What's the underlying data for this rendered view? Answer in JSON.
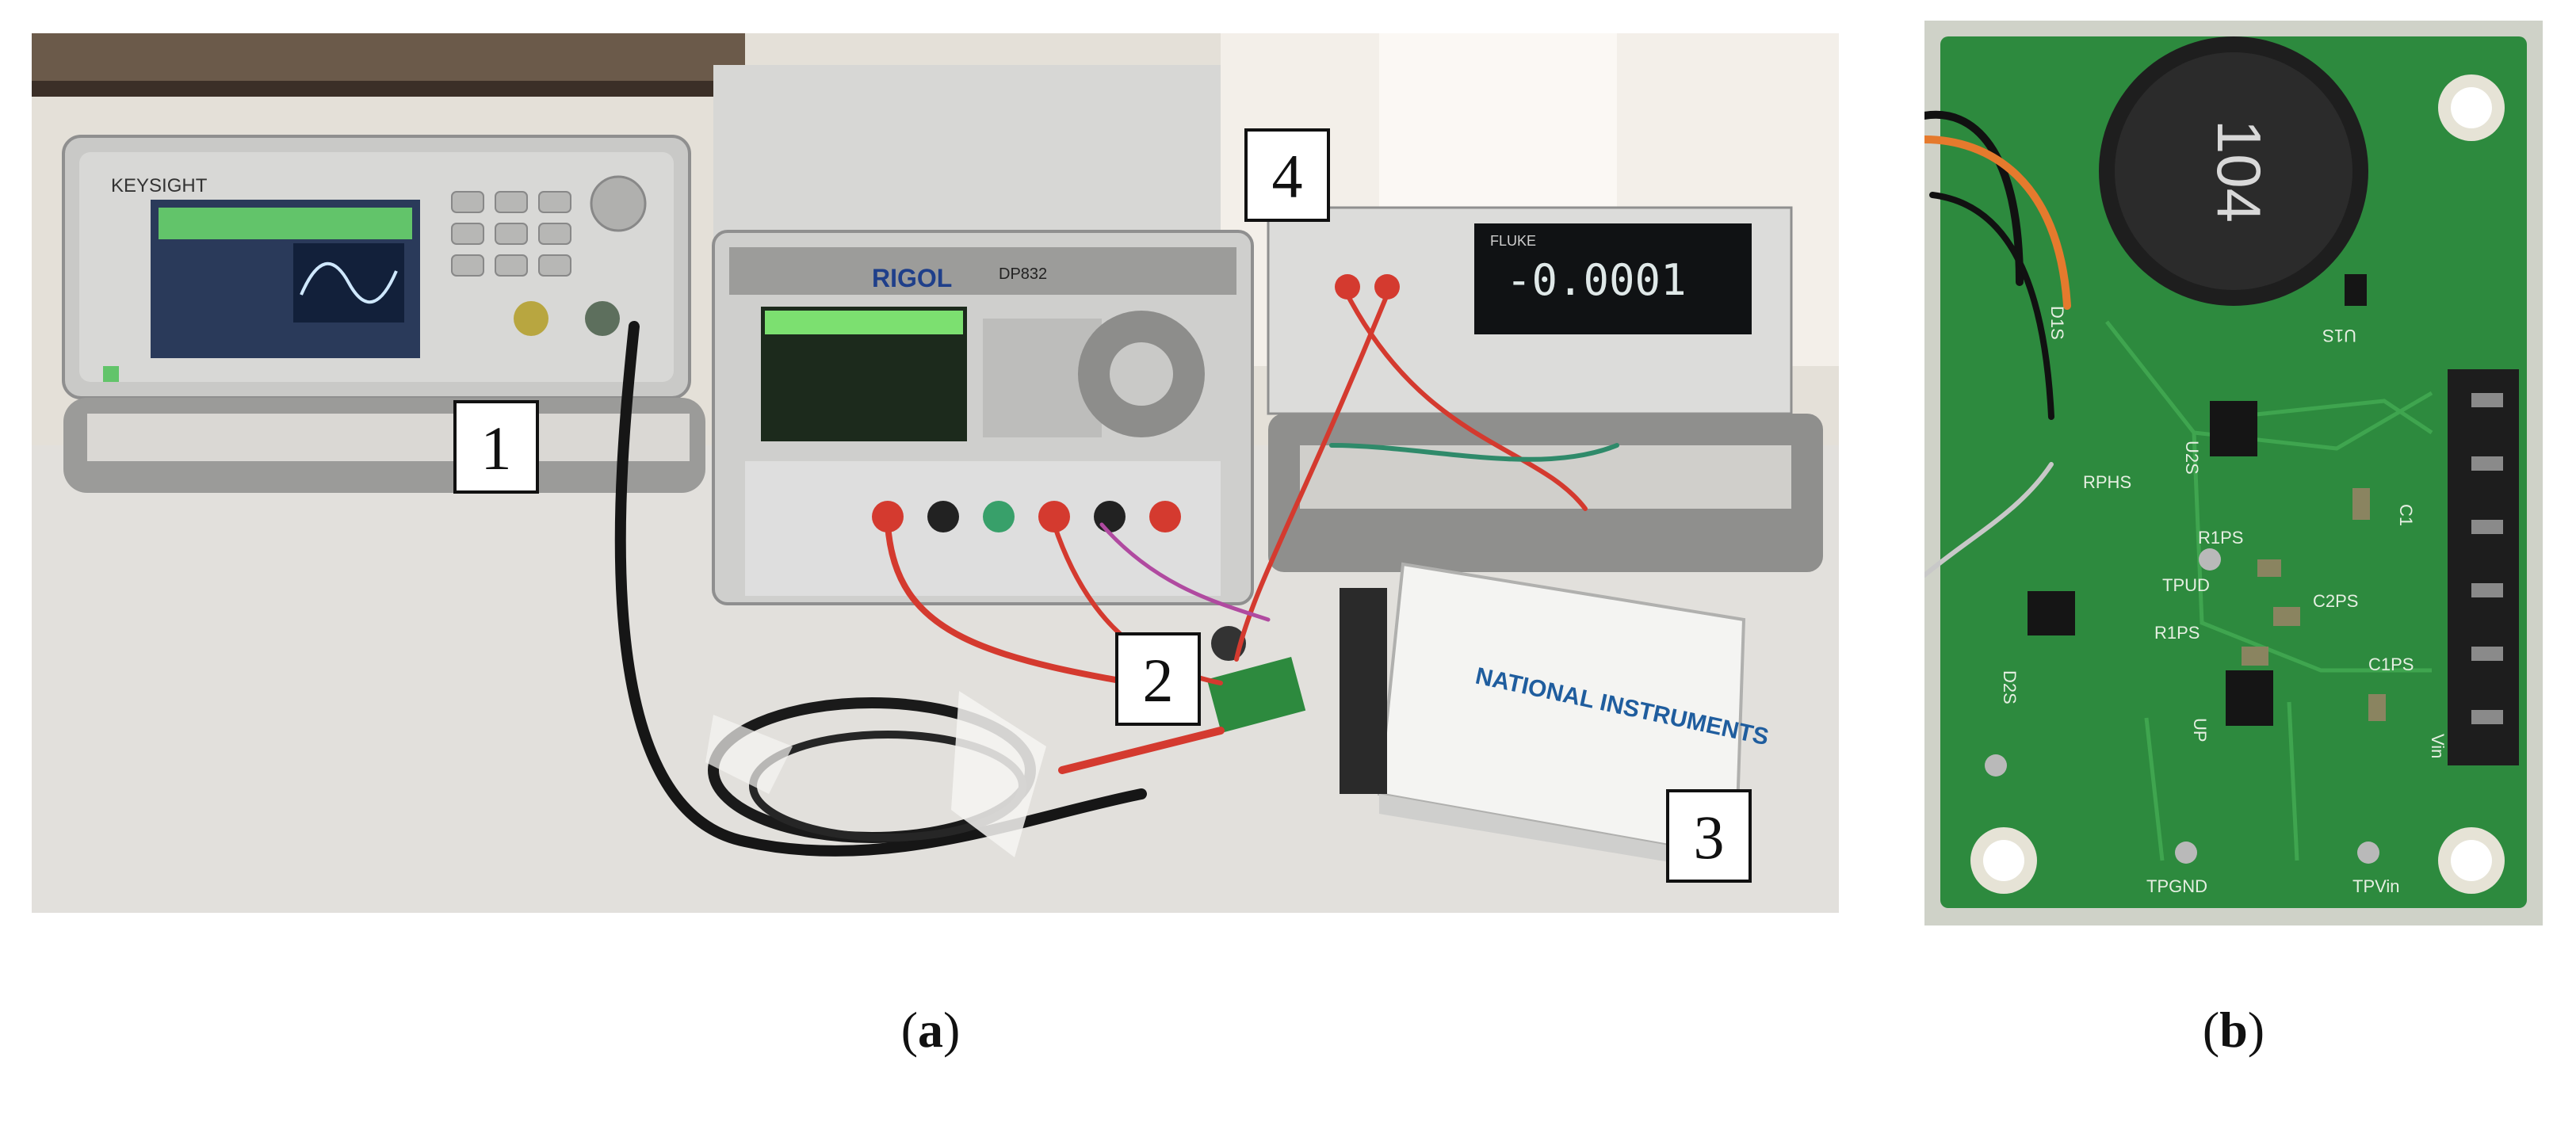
{
  "captions": {
    "a": "a",
    "b": "b"
  },
  "callouts": [
    "1",
    "2",
    "3",
    "4"
  ],
  "colors": {
    "bench": "#e8e6e2",
    "wall": "#efece6",
    "pcb_green": "#2d8a3e",
    "probe_red": "#d43a2f",
    "daq_blue": "#1f5d9e"
  },
  "instruments": {
    "generator": {
      "brand": "KEYSIGHT"
    },
    "power_supply": {
      "brand": "RIGOL",
      "model": "DP832"
    },
    "multimeter": {
      "brand": "FLUKE",
      "reading": "-0.0001"
    },
    "daq": {
      "brand": "NATIONAL INSTRUMENTS"
    }
  },
  "pcb": {
    "inductor_label": "104",
    "silkscreen": [
      "D1S",
      "U1S",
      "U2S",
      "C1",
      "RPHS",
      "R1PS",
      "TPUD",
      "C2PS",
      "R1PS",
      "D2S",
      "UP",
      "C1PS",
      "Vin",
      "TPGND",
      "TPVin"
    ]
  }
}
